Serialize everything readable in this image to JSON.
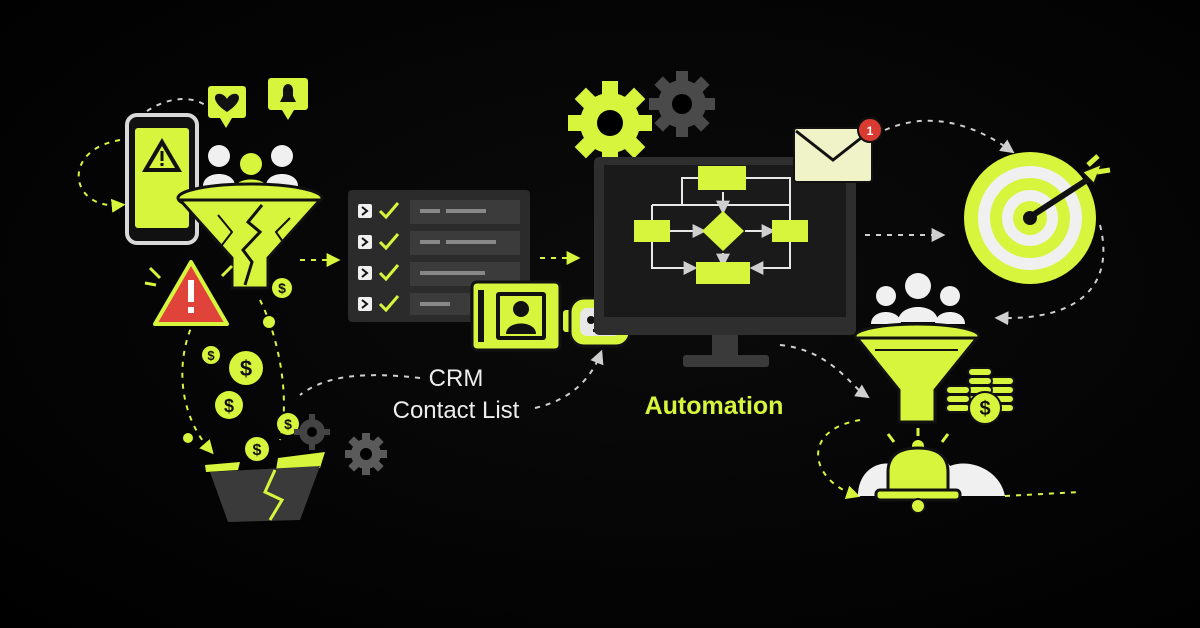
{
  "labels": {
    "crm_line1": "CRM",
    "crm_line2": "Contact List",
    "automation": "Automation"
  },
  "notification": {
    "count": "1"
  },
  "icons": {
    "dollar_sign": "$",
    "alert_mark": "!"
  },
  "colors": {
    "accent": "#d7f53c",
    "background": "#000000",
    "panel": "#2b2b2b",
    "alert": "#e0433a",
    "text": "#ededed"
  }
}
